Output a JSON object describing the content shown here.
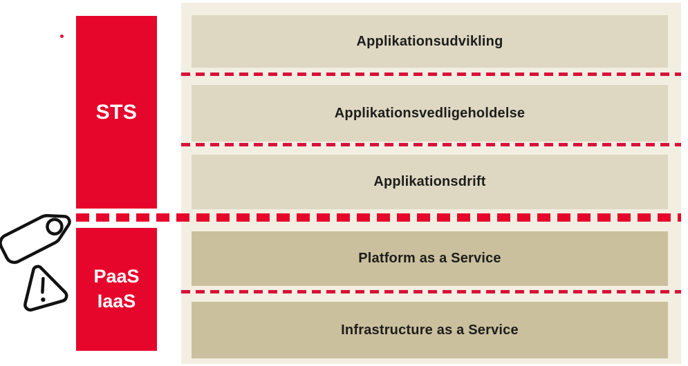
{
  "diagram": {
    "left_column": {
      "sts_label": "STS",
      "paas_label": "PaaS",
      "iaas_label": "IaaS"
    },
    "panel": {
      "rows": [
        {
          "label": "Applikationsudvikling",
          "tone": "light"
        },
        {
          "label": "Applikationsvedligeholdelse",
          "tone": "light"
        },
        {
          "label": "Applikationsdrift",
          "tone": "light"
        },
        {
          "label": "Platform as a Service",
          "tone": "dark"
        },
        {
          "label": "Infrastructure as a Service",
          "tone": "dark"
        }
      ]
    },
    "icons": [
      "price-tag-icon",
      "warning-triangle-icon"
    ],
    "colors": {
      "red": "#e6062b",
      "thin_dash_red": "#d8123a",
      "panel_background": "#f2efe2",
      "row_light": "#ded8c3",
      "row_dark": "#cbc09e",
      "label_text": "#1d1d1b",
      "column_text": "#ffffff"
    }
  }
}
